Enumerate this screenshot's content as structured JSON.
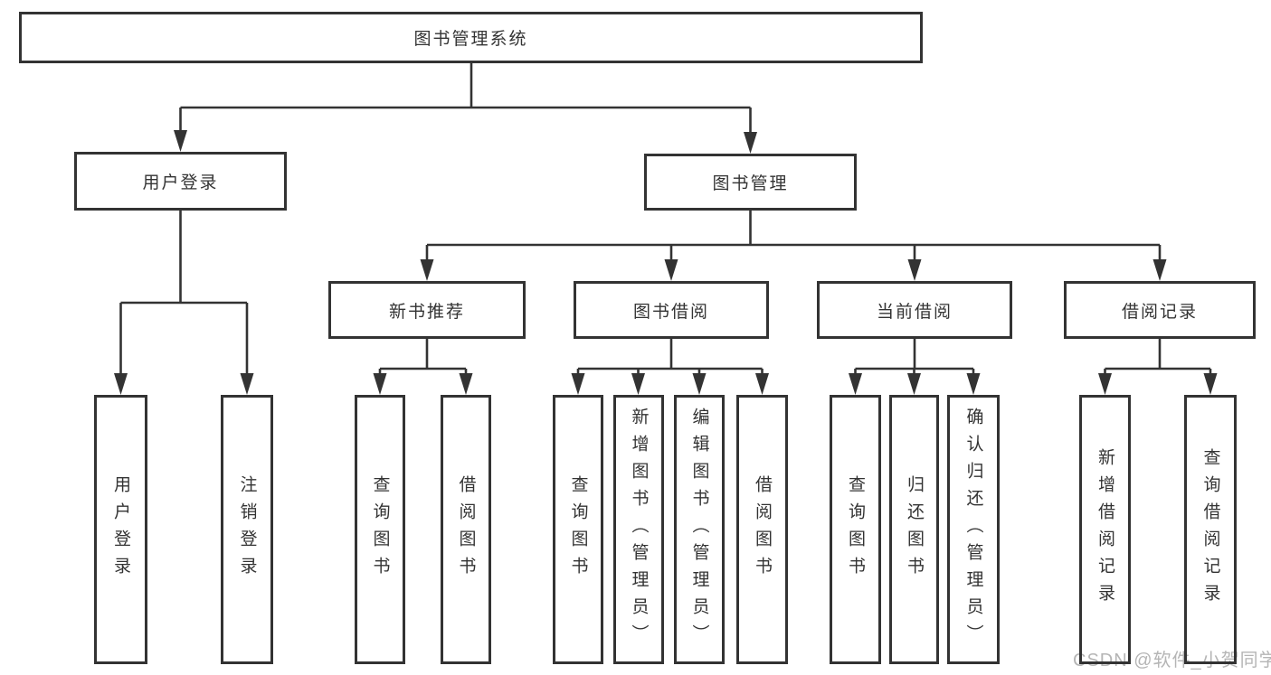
{
  "tree": {
    "root": {
      "label": "图书管理系统"
    },
    "branches": [
      {
        "label": "用户登录",
        "children": [
          {
            "label": "用户登录"
          },
          {
            "label": "注销登录"
          }
        ]
      },
      {
        "label": "图书管理",
        "children": [
          {
            "label": "新书推荐",
            "children": [
              {
                "label": "查询图书"
              },
              {
                "label": "借阅图书"
              }
            ]
          },
          {
            "label": "图书借阅",
            "children": [
              {
                "label": "查询图书"
              },
              {
                "label": "新增图书（管理员）"
              },
              {
                "label": "编辑图书（管理员）"
              },
              {
                "label": "借阅图书"
              }
            ]
          },
          {
            "label": "当前借阅",
            "children": [
              {
                "label": "查询图书"
              },
              {
                "label": "归还图书"
              },
              {
                "label": "确认归还（管理员）"
              }
            ]
          },
          {
            "label": "借阅记录",
            "children": [
              {
                "label": "新增借阅记录"
              },
              {
                "label": "查询借阅记录"
              }
            ]
          }
        ]
      }
    ]
  },
  "watermark": {
    "text": "CSDN @软件_小贺同学"
  },
  "colors": {
    "line": "#333333",
    "border": "#333333",
    "text": "#333333",
    "watermark_text": "#b5b5b5",
    "background": "#ffffff"
  }
}
